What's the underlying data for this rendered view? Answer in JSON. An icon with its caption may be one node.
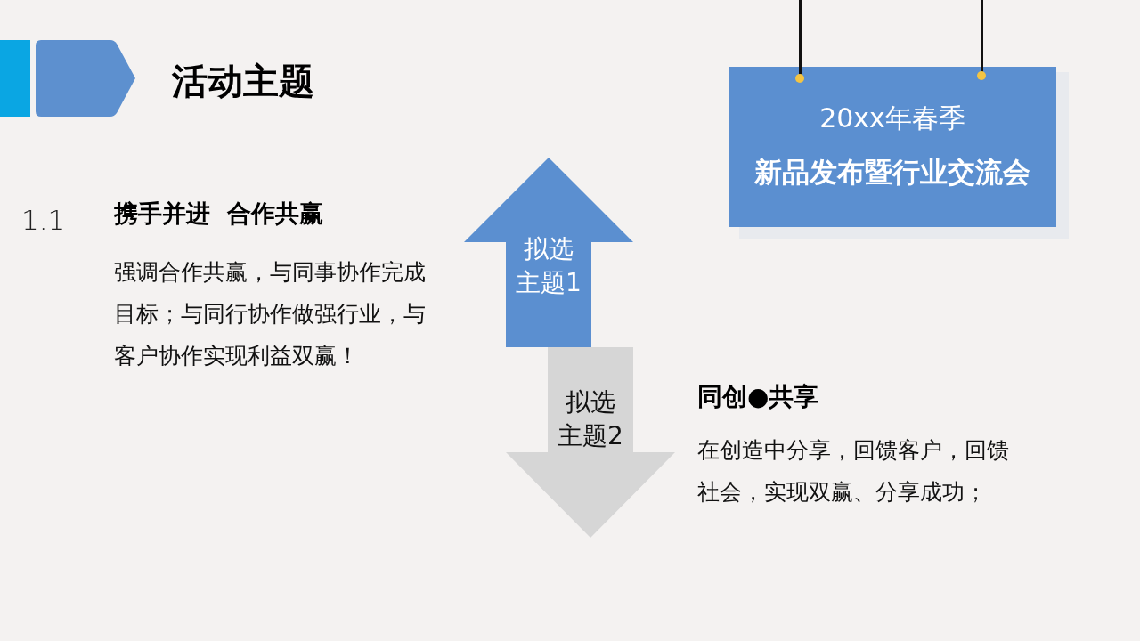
{
  "diagram": {
    "title": "活动主题",
    "nodes": [
      {
        "text": [
          "20xx年春季",
          "新品发布暨行业交流会"
        ]
      },
      {
        "text": [
          "拟选主题1"
        ]
      },
      {
        "text": [
          "拟选主题2"
        ]
      }
    ],
    "labels": [
      "1.1",
      "携手并进  合作共赢",
      "强调合作共赢，与同事协作完成目标；与同行协作做强行业，与客户协作实现利益双赢！",
      "同创●共享",
      "在创造中分享，回馈客户，回馈社会，实现双赢、分享成功；"
    ]
  }
}
